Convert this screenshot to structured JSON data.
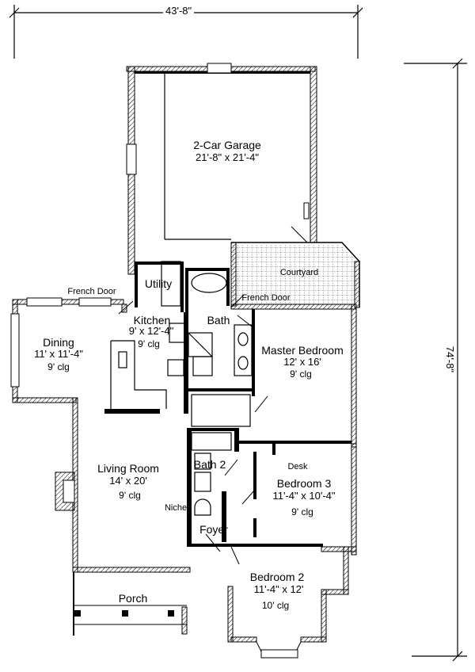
{
  "overall": {
    "width": "43'-8\"",
    "depth": "74'-8\""
  },
  "rooms": {
    "garage": {
      "name": "2-Car Garage",
      "dims": "21'-8\" x 21'-4\""
    },
    "courtyard": {
      "name": "Courtyard"
    },
    "utility": {
      "name": "Utility"
    },
    "kitchen": {
      "name": "Kitchen",
      "dims": "9' x 12'-4\"",
      "clg": "9' clg"
    },
    "dining": {
      "name": "Dining",
      "dims": "11' x 11'-4\"",
      "clg": "9' clg"
    },
    "bath": {
      "name": "Bath"
    },
    "master": {
      "name": "Master Bedroom",
      "dims": "12' x 16'",
      "clg": "9' clg"
    },
    "living": {
      "name": "Living Room",
      "dims": "14' x 20'",
      "clg": "9' clg"
    },
    "bath2": {
      "name": "Bath 2"
    },
    "bedroom3": {
      "name": "Bedroom 3",
      "dims": "11'-4\" x 10'-4\"",
      "clg": "9' clg"
    },
    "bedroom2": {
      "name": "Bedroom 2",
      "dims": "11'-4\" x 12'",
      "clg": "10' clg"
    },
    "porch": {
      "name": "Porch"
    }
  },
  "labels": {
    "french_door_dining": "French Door",
    "french_door_master": "French Door",
    "desk": "Desk",
    "niche": "Niche",
    "foyer": "Foyer"
  }
}
